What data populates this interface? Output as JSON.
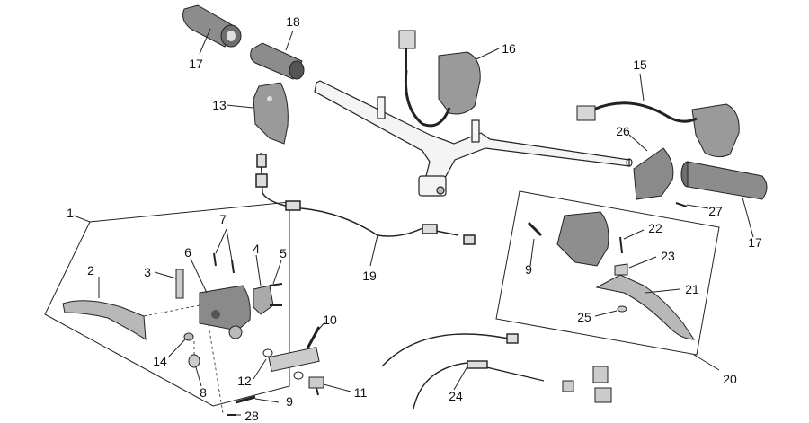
{
  "labels": [
    "17",
    "18",
    "16",
    "15",
    "13",
    "26",
    "27",
    "17",
    "1",
    "7",
    "4",
    "5",
    "6",
    "3",
    "2",
    "14",
    "8",
    "19",
    "22",
    "9",
    "23",
    "21",
    "25",
    "20",
    "10",
    "12",
    "11",
    "9",
    "28",
    "24"
  ],
  "colors": {
    "line": "#222222",
    "part_fill": "#9a9a9a",
    "part_dark": "#3a3a3a",
    "part_light": "#d6d6d6"
  }
}
